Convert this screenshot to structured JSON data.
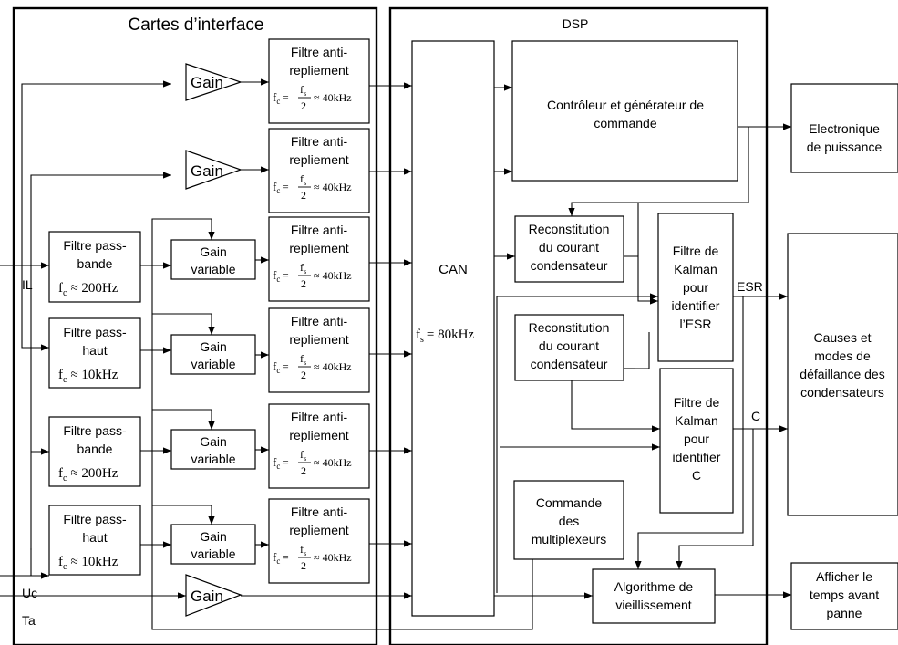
{
  "sections": {
    "interface": "Cartes d’interface",
    "dsp": "DSP"
  },
  "gain": "Gain",
  "gain_var": [
    "Gain",
    "variable"
  ],
  "aaf": {
    "lines": [
      "Filtre anti-",
      "repliement"
    ],
    "fc": "f",
    "fc_sub": "c",
    "eq": "=",
    "num": "f",
    "num_sub": "s",
    "den": "2",
    "approx": "≈ 40kHz"
  },
  "bandpass": {
    "lines": [
      "Filtre pass-",
      "bande"
    ],
    "fc": "f",
    "fc_sub": "c",
    "approx": "≈ 200Hz"
  },
  "highpass": {
    "lines": [
      "Filtre pass-",
      "haut"
    ],
    "fc": "f",
    "fc_sub": "c",
    "approx": "≈ 10kHz"
  },
  "can": {
    "label": "CAN",
    "fs": "f",
    "fs_sub": "s",
    "value": "= 80kHz"
  },
  "controller": [
    "Contrôleur et générateur de",
    "commande"
  ],
  "recon": [
    "Reconstitution",
    "du courant",
    "condensateur"
  ],
  "kalman_esr": [
    "Filtre de",
    "Kalman",
    "pour",
    "identifier",
    "l’ESR"
  ],
  "kalman_c": [
    "Filtre de",
    "Kalman",
    "pour",
    "identifier",
    "C"
  ],
  "mux": [
    "Commande",
    "des",
    "multiplexeurs"
  ],
  "aging": [
    "Algorithme de",
    "vieillissement"
  ],
  "power": [
    "Electronique",
    "de puissance"
  ],
  "causes": [
    "Causes et",
    "modes de",
    "défaillance des",
    "condensateurs"
  ],
  "display": [
    "Afficher le",
    "temps avant",
    "panne"
  ],
  "signals": {
    "il": "IL",
    "uc": "Uc",
    "ta": "Ta",
    "esr": "ESR",
    "c": "C"
  }
}
